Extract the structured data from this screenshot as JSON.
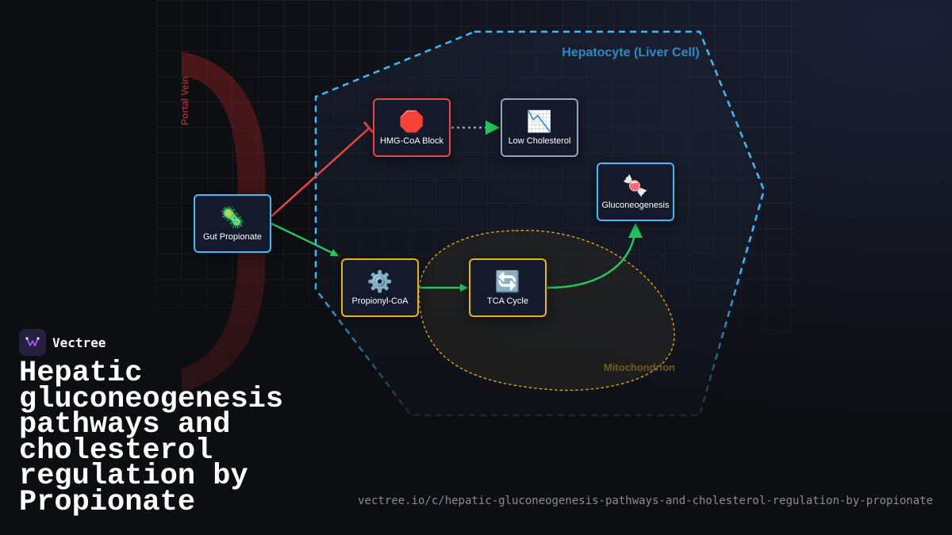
{
  "brand": {
    "name": "Vectree"
  },
  "page": {
    "title": "Hepatic gluconeogenesis pathways and cholesterol regulation by Propionate",
    "url": "vectree.io/c/hepatic-gluconeogenesis-pathways-and-cholesterol-regulation-by-propionate"
  },
  "regions": {
    "portal_vein": "Portal Vein",
    "hepatocyte": "Hepatocyte (Liver Cell)",
    "mitochondrion": "Mitochondrion"
  },
  "nodes": {
    "gut_propionate": {
      "icon": "🦠",
      "label": "Gut Propionate",
      "icon_name": "microbe-icon"
    },
    "hmg_coa_block": {
      "icon": "🛑",
      "label": "HMG-CoA Block",
      "icon_name": "stop-sign-icon"
    },
    "low_cholesterol": {
      "icon": "📉",
      "label": "Low Cholesterol",
      "icon_name": "chart-decreasing-icon"
    },
    "gluconeogenesis": {
      "icon": "🍬",
      "label": "Gluconeogenesis",
      "icon_name": "candy-icon"
    },
    "propionyl_coa": {
      "icon": "⚙️",
      "label": "Propionyl-CoA",
      "icon_name": "gear-icon"
    },
    "tca_cycle": {
      "icon": "🔄",
      "label": "TCA Cycle",
      "icon_name": "cycle-arrows-icon"
    }
  },
  "colors": {
    "hepatocyte": "#38bdf8",
    "mitochondrion": "#eab308",
    "portal_vein": "#7f1d1d",
    "activation": "#22c55e",
    "inhibition": "#ef4444",
    "outcome": "#94a3b8",
    "brand_accent": "#a855f7"
  }
}
